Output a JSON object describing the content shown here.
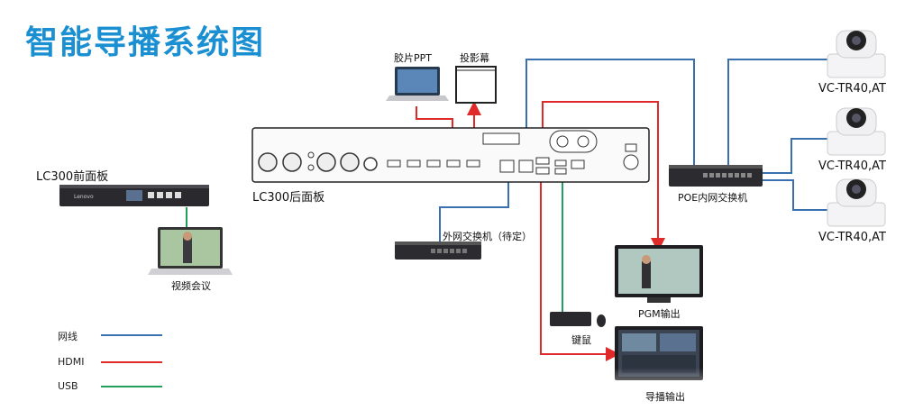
{
  "title": "智能导播系统图",
  "labels": {
    "lc300_front": "LC300前面板",
    "lc300_rear": "LC300后面板",
    "ppt": "胶片PPT",
    "projector": "投影幕",
    "video_conf": "视频会议",
    "ext_switch": "外网交换机（待定）",
    "poe_switch": "POE内网交换机",
    "pgm": "PGM输出",
    "keyboard": "键鼠",
    "director": "导播输出",
    "cam1": "VC-TR40,AT",
    "cam2": "VC-TR40,AT",
    "cam3": "VC-TR40,AT"
  },
  "legend": [
    {
      "label": "网线",
      "color": "#3a6fb0"
    },
    {
      "label": "HDMI",
      "color": "#e02a2a"
    },
    {
      "label": "USB",
      "color": "#20a05a"
    }
  ],
  "colors": {
    "title": "#1a8fd1",
    "network": "#3a6fb0",
    "hdmi": "#e02a2a",
    "usb": "#20a05a"
  }
}
